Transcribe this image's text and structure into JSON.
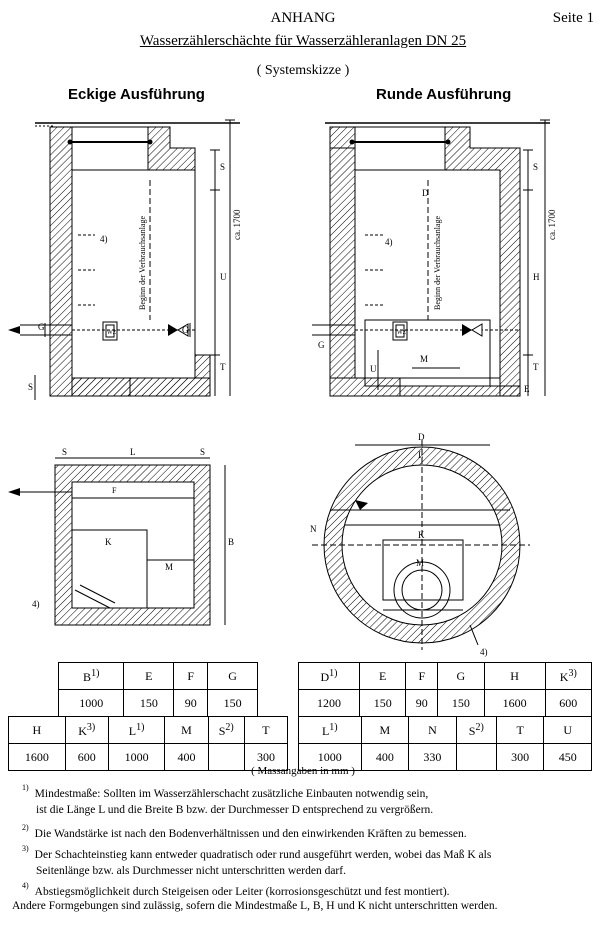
{
  "header": {
    "anhang": "ANHANG",
    "seite": "Seite 1",
    "subtitle": "Wasserzählerschächte für Wasserzähleranlagen DN 25",
    "systemskizze": "( Systemskizze )"
  },
  "sections": {
    "left": "Eckige Ausführung",
    "right": "Runde Ausführung"
  },
  "drawing_labels": {
    "s": "S",
    "t": "T",
    "u": "U",
    "h": "H",
    "ca_1700": "ca. 1700",
    "g": "G",
    "e": "E",
    "d": "D",
    "l": "L",
    "b": "B",
    "f": "F",
    "k": "K",
    "m": "M",
    "n": "N",
    "ref4": "4)",
    "beginn": "Beginn der Verbrauchsanlage",
    "wz": "WZ"
  },
  "tables": {
    "left_top": {
      "headers": [
        "B",
        "E",
        "F",
        "G"
      ],
      "header_sups": [
        "1)",
        "",
        "",
        ""
      ],
      "values": [
        "1000",
        "150",
        "90",
        "150"
      ]
    },
    "right_top": {
      "headers": [
        "D",
        "E",
        "F",
        "G",
        "H",
        "K"
      ],
      "header_sups": [
        "1)",
        "",
        "",
        "",
        "",
        "3)"
      ],
      "values": [
        "1200",
        "150",
        "90",
        "150",
        "1600",
        "600"
      ]
    },
    "left_bottom": {
      "headers": [
        "H",
        "K",
        "L",
        "M",
        "S",
        "T"
      ],
      "header_sups": [
        "",
        "3)",
        "1)",
        "",
        "2)",
        ""
      ],
      "values": [
        "1600",
        "600",
        "1000",
        "400",
        "",
        "300"
      ]
    },
    "right_bottom": {
      "headers": [
        "L",
        "M",
        "N",
        "S",
        "T",
        "U"
      ],
      "header_sups": [
        "1)",
        "",
        "",
        "2)",
        "",
        ""
      ],
      "values": [
        "1000",
        "400",
        "330",
        "",
        "300",
        "450"
      ]
    }
  },
  "massangaben": "( Massangaben in mm )",
  "footnotes": [
    {
      "num": "1)",
      "lines": [
        "Mindestmaße: Sollten im Wasserzählerschacht zusätzliche Einbauten notwendig sein,",
        "ist die Länge L und die Breite B bzw. der Durchmesser D entsprechend zu vergrößern."
      ]
    },
    {
      "num": "2)",
      "lines": [
        "Die Wandstärke ist nach den Bodenverhältnissen und den einwirkenden Kräften zu bemessen."
      ]
    },
    {
      "num": "3)",
      "lines": [
        "Der Schachteinstieg kann entweder quadratisch oder rund ausgeführt werden, wobei das Maß K als",
        "Seitenlänge bzw. als Durchmesser nicht unterschritten werden darf."
      ]
    },
    {
      "num": "4)",
      "lines": [
        "Abstiegsmöglichkeit durch Steigeisen oder Leiter (korrosionsgeschützt und fest montiert)."
      ]
    }
  ],
  "closing": "Andere Formgebungen sind zulässig, sofern die Mindestmaße L, B, H und K nicht unterschritten werden."
}
